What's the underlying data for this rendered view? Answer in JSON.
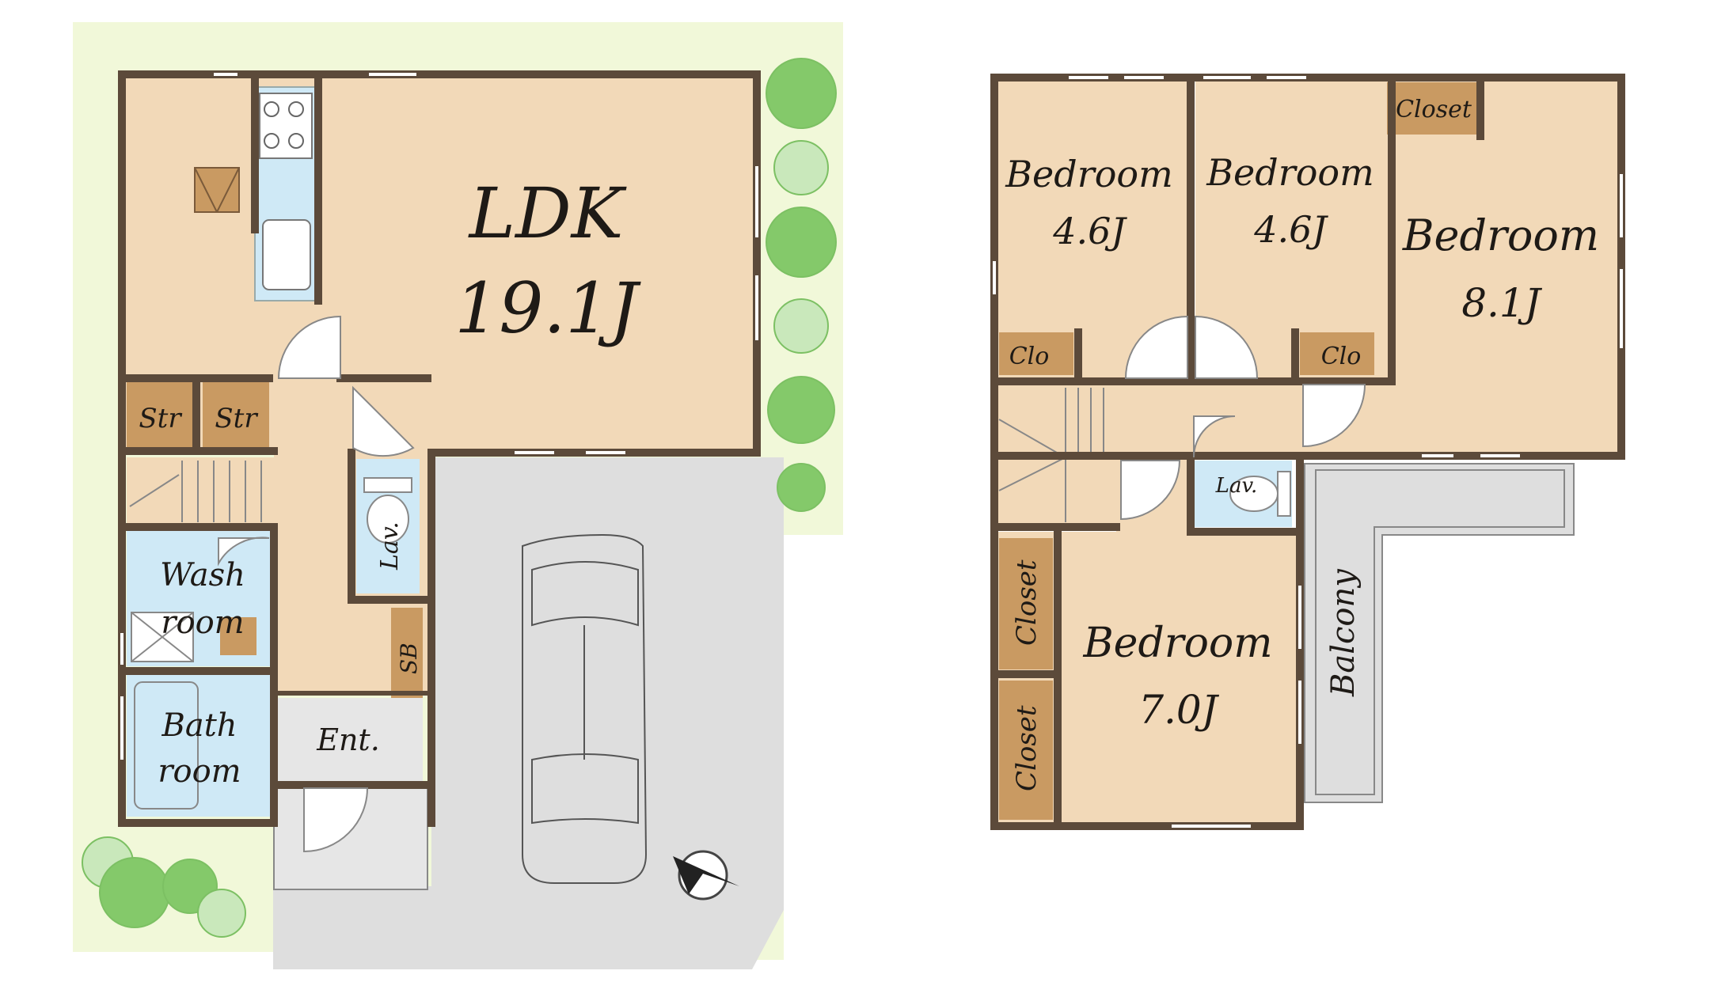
{
  "colors": {
    "room": "#f2d9b8",
    "wall": "#5c4a3a",
    "storage": "#c99a62",
    "wet": "#cfe9f6",
    "parking": "#dedede",
    "lawn": "#f1f8d9",
    "tree": "#84c96a",
    "tree_light": "#c9e8bb",
    "hall": "#f2d9b8"
  },
  "floor1": {
    "ldk": {
      "name": "LDK",
      "size": "19.1J"
    },
    "storage_a": "Str",
    "storage_b": "Str",
    "wash": {
      "line1": "Wash",
      "line2": "room"
    },
    "bath": {
      "line1": "Bath",
      "line2": "room"
    },
    "lavatory": "Lav.",
    "shoe_box": "SB",
    "entrance": "Ent."
  },
  "floor2": {
    "bedroom_nw": {
      "name": "Bedroom",
      "size": "4.6J"
    },
    "bedroom_n": {
      "name": "Bedroom",
      "size": "4.6J"
    },
    "bedroom_ne": {
      "name": "Bedroom",
      "size": "8.1J"
    },
    "bedroom_s": {
      "name": "Bedroom",
      "size": "7.0J"
    },
    "closet_top": "Closet",
    "closet_left_a": "Closet",
    "closet_left_b": "Closet",
    "clo_a": "Clo",
    "clo_b": "Clo",
    "lavatory": "Lav.",
    "balcony": "Balcony"
  },
  "icons": {
    "north": "north-arrow-icon",
    "car": "car-icon",
    "tree": "tree-icon"
  }
}
